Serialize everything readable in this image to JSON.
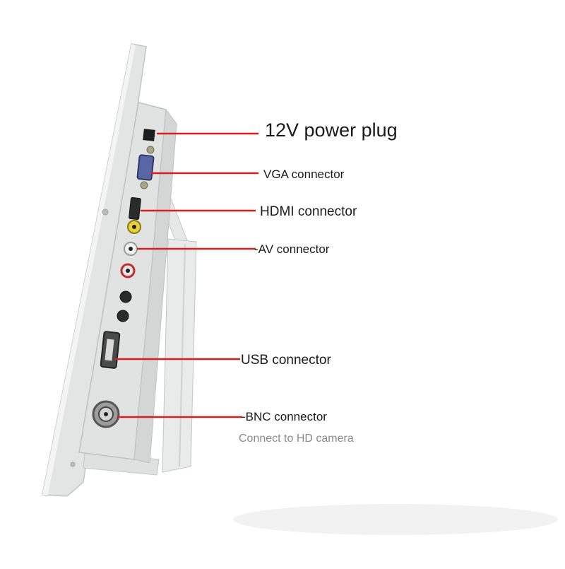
{
  "colors": {
    "leader_line": "#d81e1e",
    "panel_light": "#dfe1e0",
    "panel_shade": "#c9cccb",
    "text": "#1a1a1a",
    "note_text": "#8a8a8a"
  },
  "callouts": {
    "power": "12V power plug",
    "vga": "VGA connector",
    "hdmi": "HDMI connector",
    "av": "-AV connector",
    "usb": "USB connector",
    "bnc": "-BNC connector",
    "bnc_note": "Connect to HD camera"
  }
}
